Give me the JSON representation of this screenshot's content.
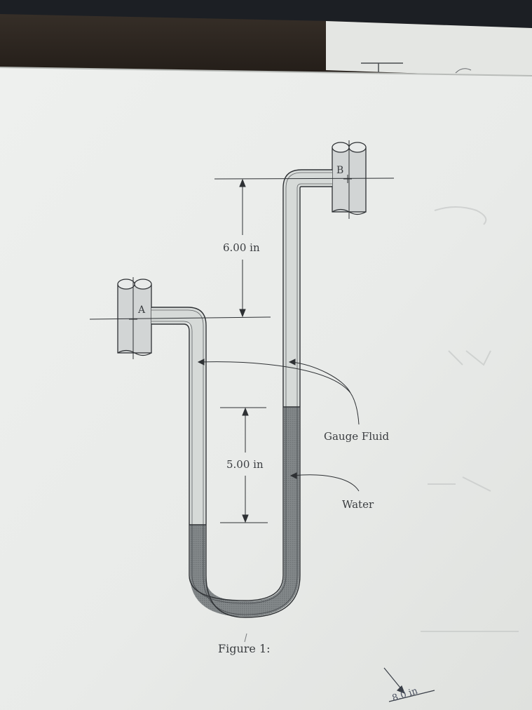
{
  "figure": {
    "caption": "Figure 1:",
    "points": {
      "a": "A",
      "b": "B"
    },
    "dimensions": {
      "upper": "6.00 in",
      "lower": "5.00 in"
    },
    "callouts": {
      "gauge_fluid": "Gauge Fluid",
      "water": "Water"
    }
  },
  "margin_note": {
    "corner_text": "8.0 in"
  },
  "colors": {
    "paper": "#eceeec",
    "desk": "#2a2521",
    "tube_outline": "#2e3134",
    "pipe_fill": "#d3d6d6",
    "gauge_fluid_fill": "#d6dad8",
    "water_fill": "#7f8486"
  }
}
